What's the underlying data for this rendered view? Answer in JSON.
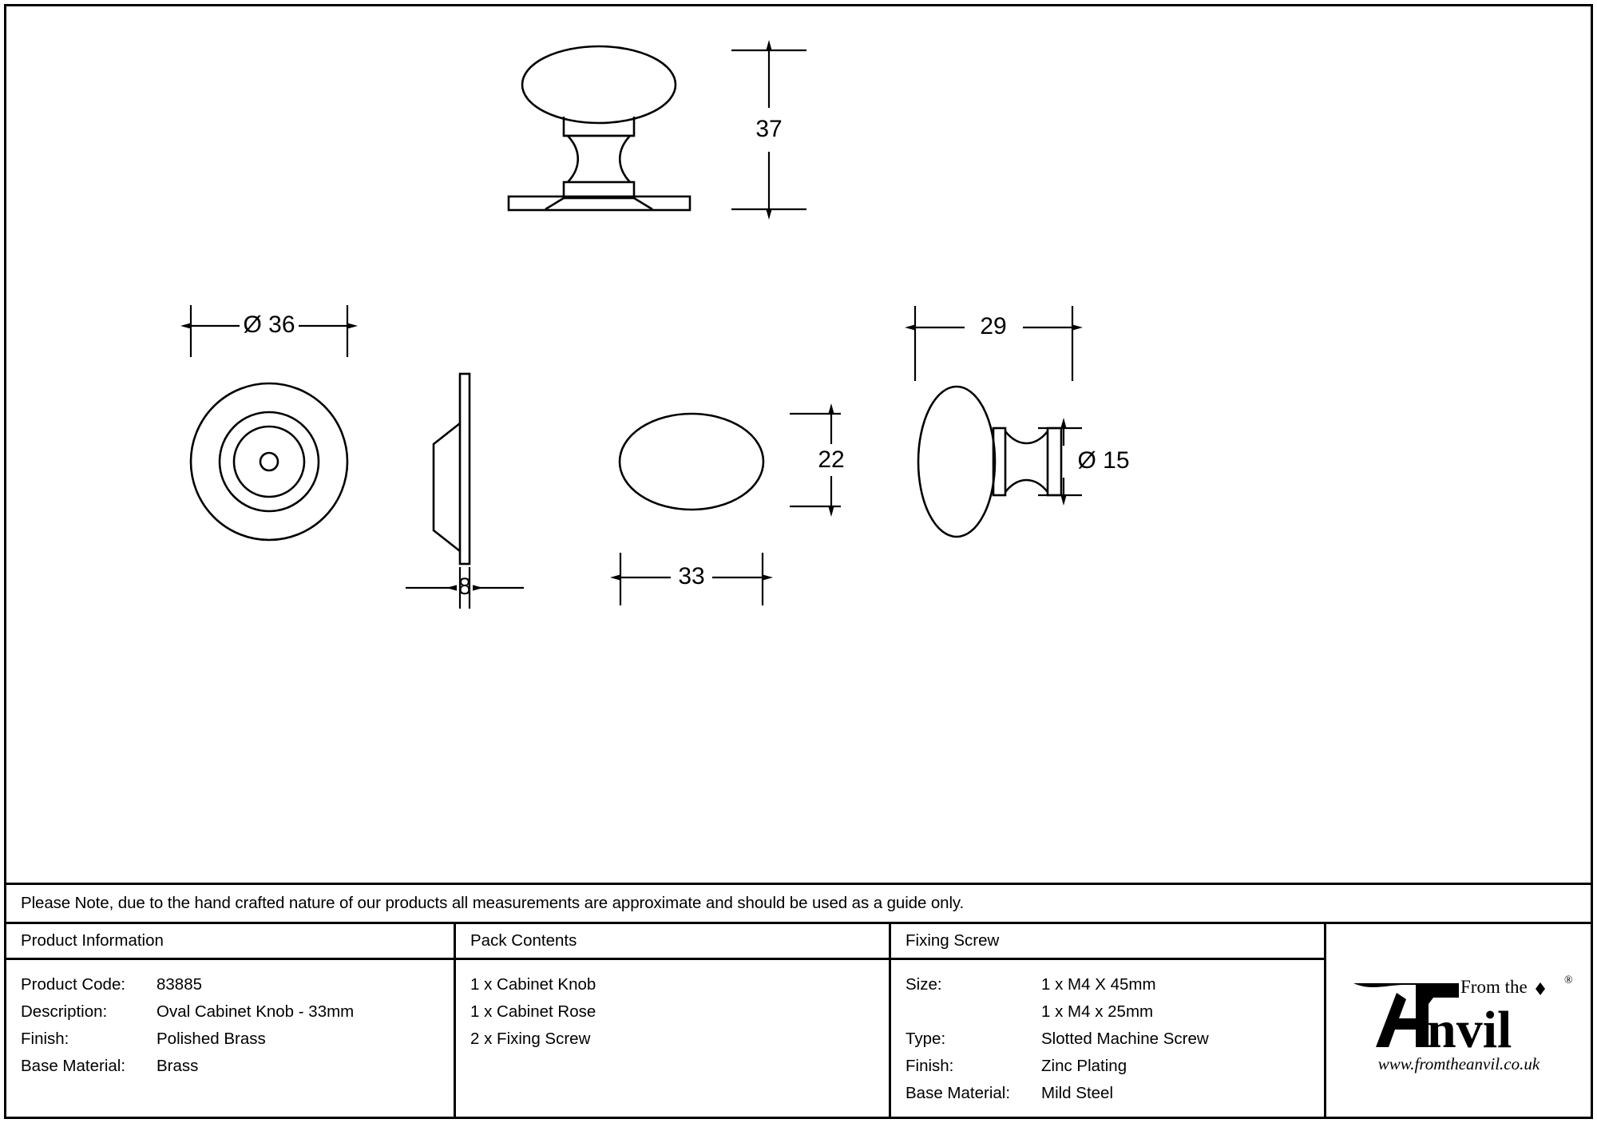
{
  "sheet": {
    "title": "Oval Cabinet Knob technical drawing"
  },
  "dimensions": {
    "height_front": "37",
    "rose_diameter": "Ø 36",
    "rose_thickness": "8",
    "knob_width": "33",
    "knob_height_oval": "22",
    "knob_projection": "29",
    "stem_diameter": "Ø 15"
  },
  "note": {
    "text": "Please Note, due to the hand crafted nature of our products all measurements are approximate and should be used as a guide only."
  },
  "product_information": {
    "heading": "Product Information",
    "rows": [
      {
        "label": "Product Code:",
        "value": "83885"
      },
      {
        "label": "Description:",
        "value": "Oval Cabinet Knob - 33mm"
      },
      {
        "label": "Finish:",
        "value": "Polished Brass"
      },
      {
        "label": "Base Material:",
        "value": "Brass"
      }
    ]
  },
  "pack_contents": {
    "heading": "Pack Contents",
    "items": [
      "1 x Cabinet Knob",
      "1 x Cabinet Rose",
      "2 x Fixing Screw"
    ]
  },
  "fixing_screw": {
    "heading": "Fixing Screw",
    "rows": [
      {
        "label": "Size:",
        "value": "1 x M4 X 45mm"
      },
      {
        "label": "",
        "value": "1 x M4 x 25mm"
      },
      {
        "label": "Type:",
        "value": "Slotted Machine Screw"
      },
      {
        "label": "Finish:",
        "value": "Zinc Plating"
      },
      {
        "label": "Base Material:",
        "value": "Mild Steel"
      }
    ]
  },
  "logo": {
    "line_top": "From the",
    "wordmark": "Anvil",
    "registered": "®",
    "url": "www.fromtheanvil.co.uk"
  },
  "colors": {
    "line": "#000000",
    "background": "#ffffff"
  }
}
